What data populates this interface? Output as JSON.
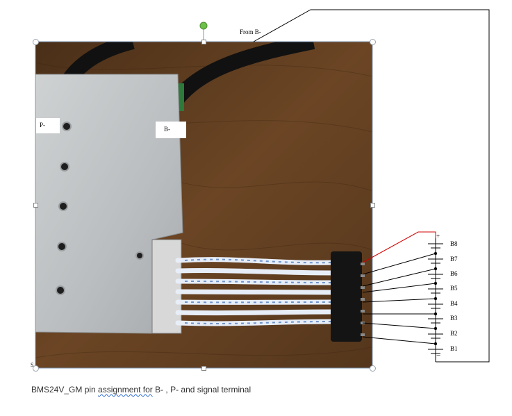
{
  "photo_labels": {
    "p_minus": "P-",
    "b_minus": "B-"
  },
  "annotations": {
    "from_b_minus": "From B-",
    "small_s": "S"
  },
  "battery": {
    "plus": "+",
    "minus": "−",
    "cells": [
      "B8",
      "B7",
      "B6",
      "B5",
      "B4",
      "B3",
      "B2",
      "B1"
    ]
  },
  "caption": {
    "part1": "BMS24V_GM  pin ",
    "part2": "assignment  for",
    "part3": " B- , P-  and signal terminal"
  },
  "colors": {
    "positive_wire": "#d00000",
    "line": "#000000"
  }
}
